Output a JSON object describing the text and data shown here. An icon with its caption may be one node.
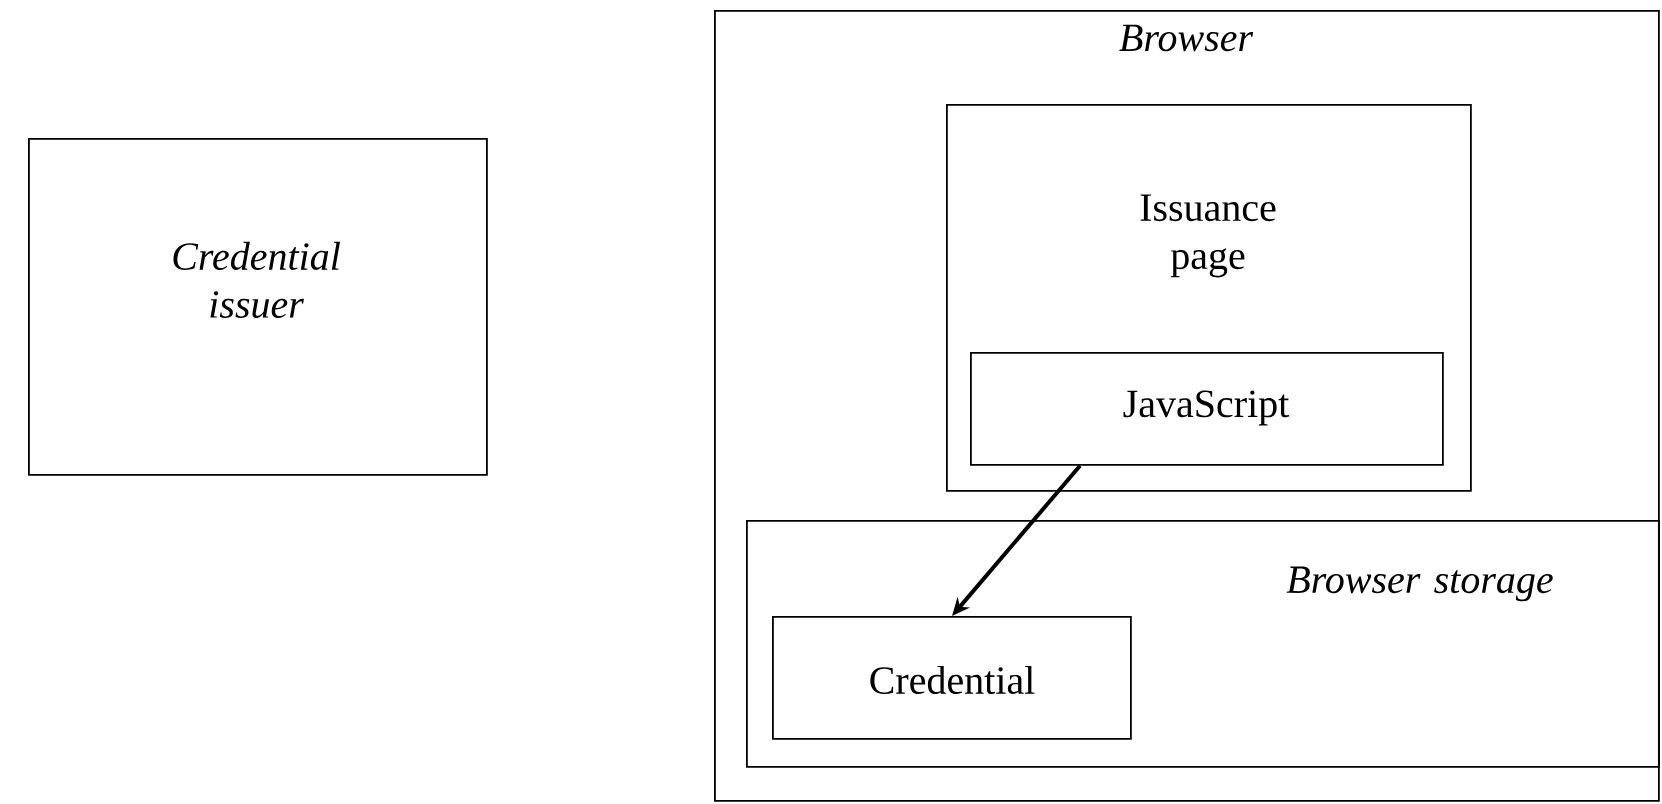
{
  "diagram": {
    "nodes": [
      {
        "text": [
          "Credential issuer"
        ]
      },
      {
        "text": [
          "Browser"
        ]
      },
      {
        "text": [
          "Issuance page"
        ],
        "in": 1
      },
      {
        "text": [
          "JavaScript"
        ],
        "in": 2
      },
      {
        "text": [
          "Browser storage"
        ],
        "in": 1
      },
      {
        "text": [
          "Credential"
        ],
        "in": 4
      }
    ],
    "edges": [
      {
        "from": 3,
        "to": 5,
        "arrow": "to"
      }
    ]
  }
}
